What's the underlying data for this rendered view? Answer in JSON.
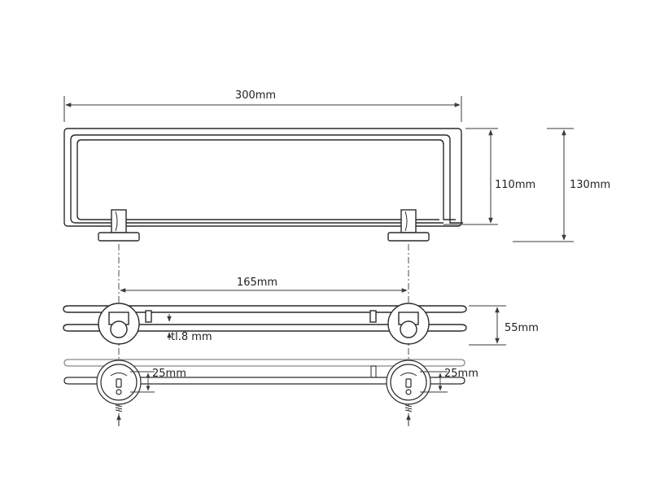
{
  "colors": {
    "line": "#2a2a2a",
    "dim": "#3a3a3a",
    "background": "#ffffff"
  },
  "dimensions": {
    "width": "300mm",
    "height_inner": "110mm",
    "height_outer": "130mm",
    "bracket_spacing": "165mm",
    "depth": "55mm",
    "glass_thickness": "tl.8 mm",
    "mount_left": "25mm",
    "mount_right": "25mm"
  }
}
